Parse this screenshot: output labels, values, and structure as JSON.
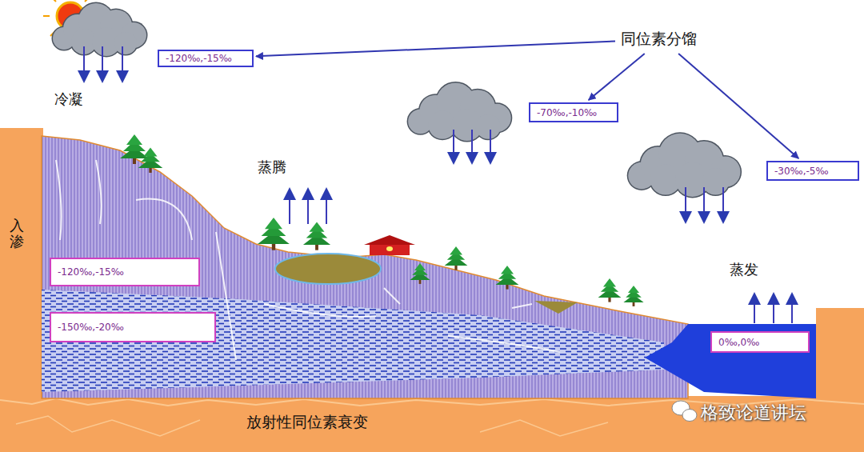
{
  "diagram": {
    "nodes": [
      {
        "text": [
          "同位素分馏"
        ]
      },
      {
        "text": [
          "-120‰,-15‰"
        ]
      },
      {
        "text": [
          "-70‰,-10‰"
        ]
      },
      {
        "text": [
          "-30‰,-5‰"
        ]
      },
      {
        "text": [
          "-120‰,-15‰"
        ]
      },
      {
        "text": [
          "-150‰,-20‰"
        ]
      },
      {
        "text": [
          "0‰,0‰"
        ]
      }
    ],
    "edges": [
      {
        "from": 0,
        "to": 1,
        "arrow": "to"
      },
      {
        "from": 0,
        "to": 2,
        "arrow": "to"
      },
      {
        "from": 0,
        "to": 3,
        "arrow": "to"
      }
    ],
    "labels": [
      "冷凝",
      "蒸腾",
      "入渗",
      "蒸发",
      "放射性同位素衰变",
      "格致论道讲坛"
    ]
  }
}
